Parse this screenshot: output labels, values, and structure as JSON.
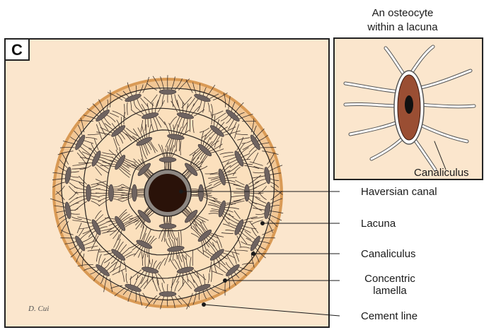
{
  "panel": {
    "letter": "C"
  },
  "inset": {
    "title_line1": "An osteocyte",
    "title_line2": "within a lacuna",
    "label": "Canaliculus"
  },
  "labels": {
    "haversian_canal": "Haversian canal",
    "lacuna": "Lacuna",
    "canaliculus": "Canaliculus",
    "concentric_lamella_line1": "Concentric",
    "concentric_lamella_line2": "lamella",
    "cement_line": "Cement line"
  },
  "signature": "D. Cui",
  "colors": {
    "background": "#fbe6cd",
    "osteon_outer": "#f2c795",
    "osteon_fill": "#fbe0bd",
    "cement_line": "#d99a55",
    "lacuna": "#6e6360",
    "osteocyte": "#9a4e33",
    "canal": "#2a1209",
    "canal_ring": "#8d8782"
  }
}
